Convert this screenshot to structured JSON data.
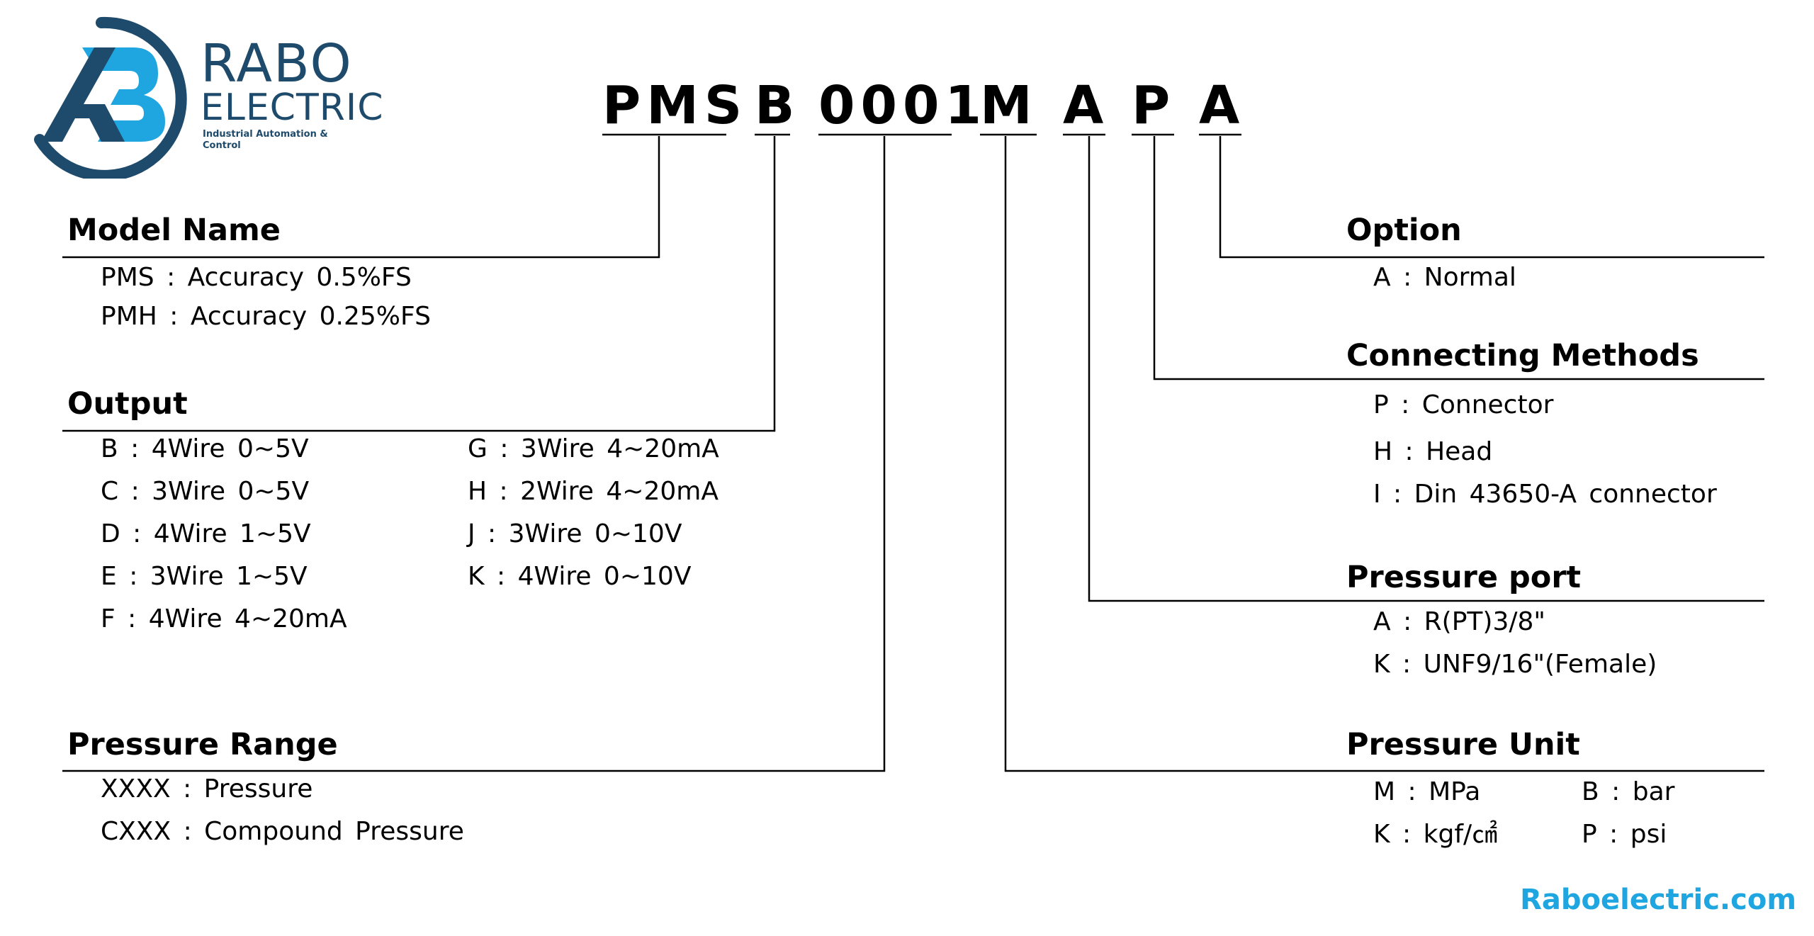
{
  "logo": {
    "name_top": "RABO",
    "name_bottom": "ELECTRIC",
    "tagline": "Industrial Automation & Control",
    "monogram_icon": "rabo-br-monogram-icon",
    "colors": {
      "dark": "#1e4a6b",
      "accent": "#1fa6e0"
    }
  },
  "model_code": {
    "segments": [
      "PMS",
      "B",
      "0001",
      "M",
      "A",
      "P",
      "A"
    ]
  },
  "sections": {
    "model_name": {
      "title": "Model Name",
      "items": [
        "PMS : Accuracy 0.5%FS",
        "PMH : Accuracy 0.25%FS"
      ]
    },
    "output": {
      "title": "Output",
      "items_left": [
        "B : 4Wire 0~5V",
        "C : 3Wire 0~5V",
        "D : 4Wire 1~5V",
        "E : 3Wire 1~5V",
        "F : 4Wire 4~20mA"
      ],
      "items_right": [
        "G : 3Wire 4~20mA",
        "H : 2Wire 4~20mA",
        "J : 3Wire 0~10V",
        "K : 4Wire 0~10V"
      ]
    },
    "pressure_range": {
      "title": "Pressure Range",
      "items": [
        "XXXX : Pressure",
        "CXXX : Compound Pressure"
      ]
    },
    "option": {
      "title": "Option",
      "items": [
        "A : Normal"
      ]
    },
    "connecting_methods": {
      "title": "Connecting Methods",
      "items": [
        "P : Connector",
        "H : Head",
        "I : Din 43650-A connector"
      ]
    },
    "pressure_port": {
      "title": "Pressure port",
      "items": [
        "A : R(PT)3/8\"",
        "K : UNF9/16\"(Female)"
      ]
    },
    "pressure_unit": {
      "title": "Pressure Unit",
      "items_left": [
        "M : MPa",
        "K : kgf/㎠"
      ],
      "items_right": [
        "B : bar",
        "P : psi"
      ]
    }
  },
  "website": "Raboelectric.com"
}
